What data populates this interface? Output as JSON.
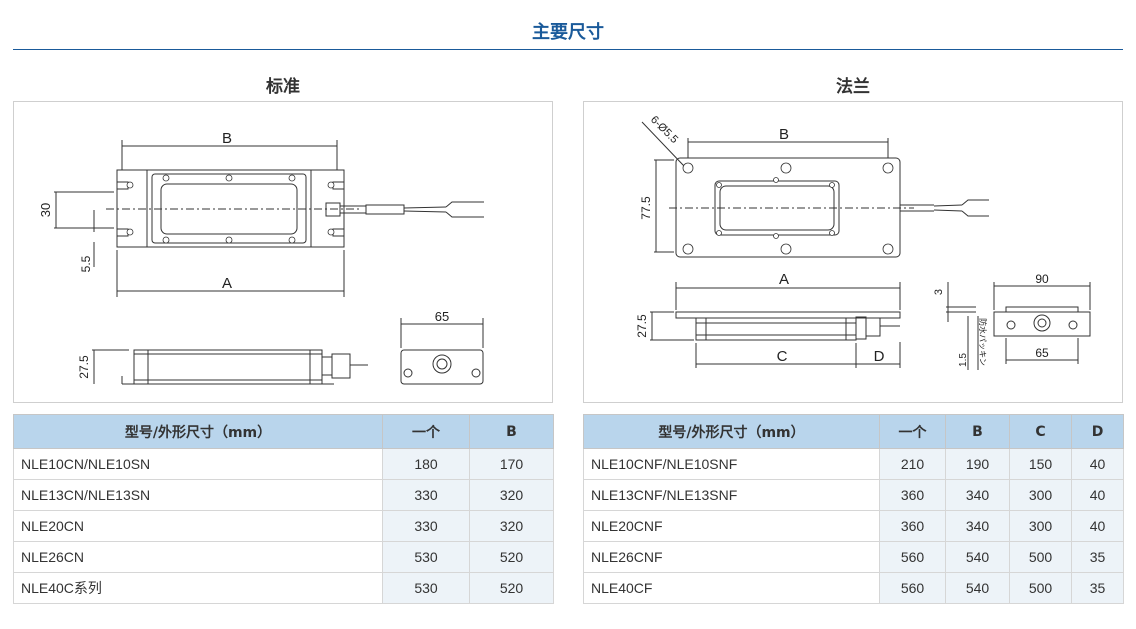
{
  "page": {
    "title": "主要尺寸"
  },
  "standard": {
    "title": "标准",
    "drawing_labels": {
      "B": "B",
      "A": "A",
      "d30": "30",
      "d55": "5.5",
      "d275": "27.5",
      "d65": "65"
    },
    "table": {
      "headers": [
        "型号/外形尺寸（mm）",
        "一个",
        "B"
      ],
      "rows": [
        [
          "NLE10CN/NLE10SN",
          "180",
          "170"
        ],
        [
          "NLE13CN/NLE13SN",
          "330",
          "320"
        ],
        [
          "NLE20CN",
          "330",
          "320"
        ],
        [
          "NLE26CN",
          "530",
          "520"
        ],
        [
          "NLE40C系列",
          "530",
          "520"
        ]
      ]
    }
  },
  "flange": {
    "title": "法兰",
    "drawing_labels": {
      "hole": "6-Ø5.5",
      "B": "B",
      "d775": "77.5",
      "A": "A",
      "d275": "27.5",
      "C": "C",
      "D": "D",
      "d90": "90",
      "d3": "3",
      "d15": "1.5",
      "packing": "防水パッキン",
      "d65": "65"
    },
    "table": {
      "headers": [
        "型号/外形尺寸（mm）",
        "一个",
        "B",
        "C",
        "D"
      ],
      "rows": [
        [
          "NLE10CNF/NLE10SNF",
          "210",
          "190",
          "150",
          "40"
        ],
        [
          "NLE13CNF/NLE13SNF",
          "360",
          "340",
          "300",
          "40"
        ],
        [
          "NLE20CNF",
          "360",
          "340",
          "300",
          "40"
        ],
        [
          "NLE26CNF",
          "560",
          "540",
          "500",
          "35"
        ],
        [
          "NLE40CF",
          "560",
          "540",
          "500",
          "35"
        ]
      ]
    }
  }
}
